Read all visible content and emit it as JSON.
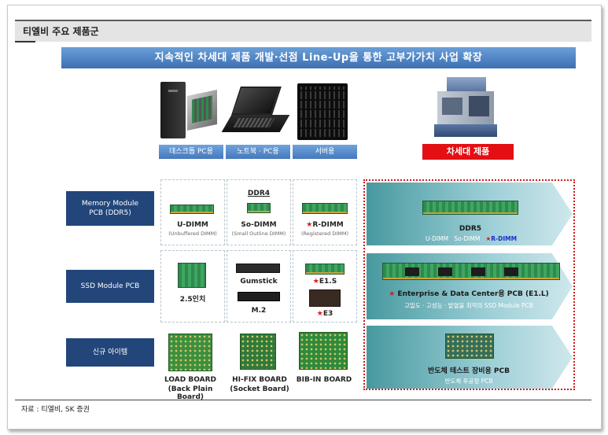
{
  "title": "티엘비 주요 제품군",
  "banner": "지속적인 차세대 제품 개발·선점 Line-Up을 통한 고부가가치 사업 확장",
  "tags": {
    "desktop": "데스크톱 PC용",
    "notebook": "노트북 · PC용",
    "server": "서버용",
    "next_gen": "차세대 제품"
  },
  "rows": {
    "memory": "Memory Module PCB (DDR5)",
    "ssd": "SSD Module PCB",
    "new": "신규 아이템"
  },
  "memory": {
    "udimm": "U-DIMM",
    "udimm_sub": "(Unbuffered DIMM)",
    "ddr4": "DDR4",
    "sodimm": "So-DIMM",
    "sodimm_sub": "(Small Outline DIMM)",
    "rdimm": "R-DIMM",
    "rdimm_sub": "(Registered DIMM)",
    "ddr5": "DDR5",
    "ddr5_udimm": "U-DIMM",
    "ddr5_sodimm": "So-DIMM",
    "ddr5_rdimm": "R-DIMM"
  },
  "ssd": {
    "inch": "2.5인치",
    "gumstick": "Gumstick",
    "m2": "M.2",
    "e1s": "E1.S",
    "e3": "E3",
    "enterprise": "Enterprise & Data Center용 PCB (E1.L)",
    "enterprise_sub": "고밀도 · 고성능 · 발열을 최적의 SSD Module PCB"
  },
  "new": {
    "load_board": "LOAD BOARD",
    "load_board_sub": "(Back Plain Board)",
    "hifix": "HI-FIX BOARD",
    "hifix_sub": "(Socket Board)",
    "bib": "BIB-IN BOARD",
    "semi": "반도체 테스트 장비용 PCB",
    "semi_sub": "반도체 후공정 PCB"
  },
  "star": "★",
  "source": "자료 : 티엘비, SK 증권",
  "colors": {
    "banner": "#4a80c2",
    "row_label": "#22467a",
    "next_gen_tag": "#e30f14",
    "dotted_box": "#d01a1a",
    "arrow": "#47999f"
  }
}
